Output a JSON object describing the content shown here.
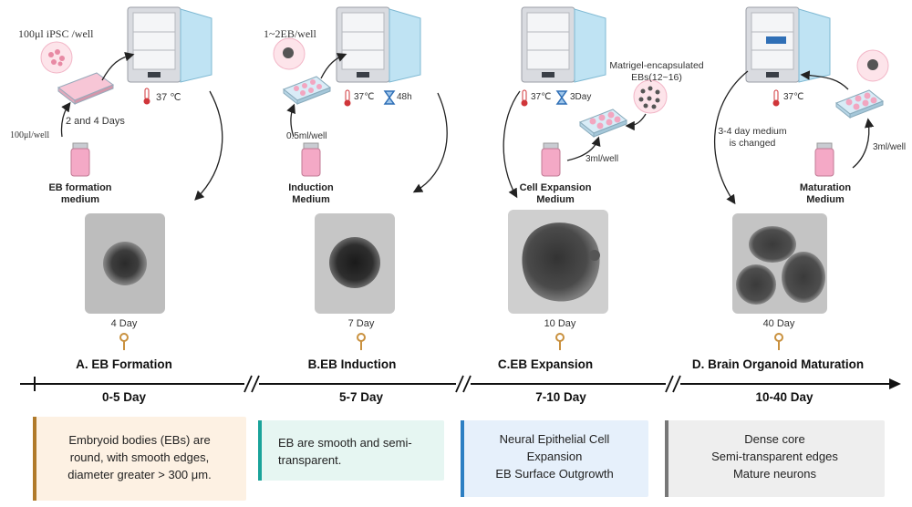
{
  "stages": [
    {
      "id": "A",
      "title": "A. EB Formation",
      "period": "0-5 Day",
      "day": "4 Day",
      "seed_label": "100μl iPSC /well",
      "temp": "37 ℃",
      "cycle_label": "2 and 4 Days",
      "feed_label": "100μl/well",
      "medium": [
        "EB formation",
        "medium"
      ],
      "description": [
        "Embryoid bodies (EBs) are",
        "round, with smooth edges,",
        "diameter greater > 300 μm."
      ],
      "box_color": "#fdf1e3",
      "bar_color": "#b07a2a"
    },
    {
      "id": "B",
      "title": "B.EB Induction",
      "period": "5-7 Day",
      "day": "7 Day",
      "seed_label": "1~2EB/well",
      "temp": "37℃",
      "duration": "48h",
      "feed_label": "0.5ml/well",
      "medium": [
        "Induction",
        "Medium"
      ],
      "description": [
        "EB are smooth and semi-",
        "transparent."
      ],
      "box_color": "#e6f6f2",
      "bar_color": "#1aa39a"
    },
    {
      "id": "C",
      "title": "C.EB Expansion",
      "period": "7-10 Day",
      "day": "10 Day",
      "matrigel_label": [
        "Matrigel-encapsulated",
        "EBs(12~16)"
      ],
      "temp": "37℃",
      "duration": "3Day",
      "feed_label": "3ml/well",
      "medium": [
        "Cell Expansion",
        "Medium"
      ],
      "description": [
        "Neural Epithelial Cell",
        "Expansion",
        "EB Surface Outgrowth"
      ],
      "box_color": "#e6f0fb",
      "bar_color": "#2d7fc3"
    },
    {
      "id": "D",
      "title": "D. Brain Organoid Maturation",
      "period": "10-40 Day",
      "day": "40 Day",
      "temp": "37℃",
      "change_label": [
        "3-4 day medium",
        "is changed"
      ],
      "feed_label": "3ml/well",
      "medium": [
        "Maturation",
        "Medium"
      ],
      "description": [
        "Dense core",
        "Semi-transparent edges",
        "Mature neurons"
      ],
      "box_color": "#eeeeee",
      "bar_color": "#777777"
    }
  ],
  "colors": {
    "incubator_body": "#d9dbe0",
    "incubator_glass": "#bfe3f3",
    "tube_pink": "#f4a9c6",
    "plate_pink": "#f7c6d6",
    "thermo_red": "#d0363a",
    "hourglass_blue": "#2f6fb6"
  }
}
